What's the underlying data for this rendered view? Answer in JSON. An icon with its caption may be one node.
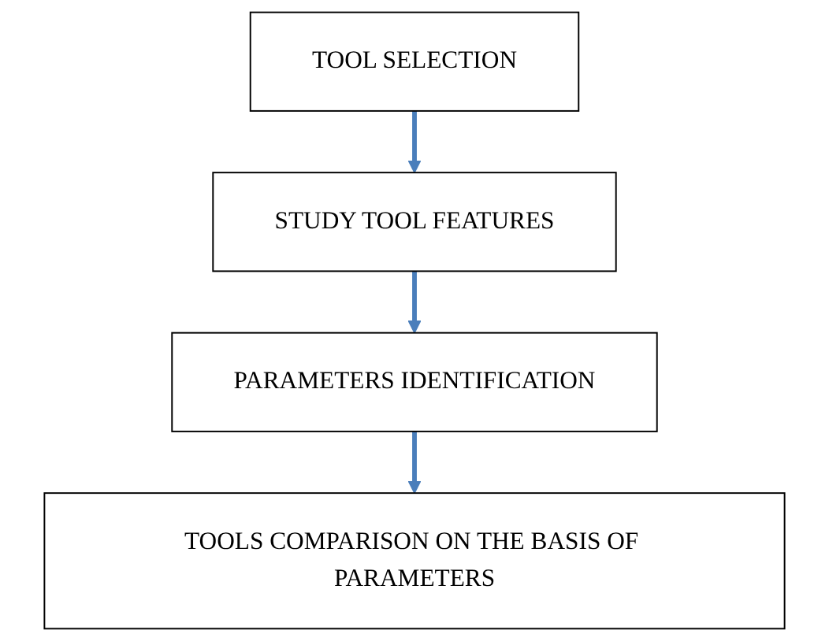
{
  "diagram": {
    "nodes": [
      {
        "text": [
          "TOOL SELECTION"
        ]
      },
      {
        "text": [
          "STUDY TOOL FEATURES"
        ]
      },
      {
        "text": [
          "PARAMETERS IDENTIFICATION"
        ]
      },
      {
        "text": [
          "TOOLS COMPARISON ON THE BASIS OF PARAMETERS"
        ]
      }
    ],
    "edges": [
      {
        "from": 0,
        "to": 1,
        "arrow": "to"
      },
      {
        "from": 1,
        "to": 2,
        "arrow": "to"
      },
      {
        "from": 2,
        "to": 3,
        "arrow": "to"
      }
    ]
  }
}
